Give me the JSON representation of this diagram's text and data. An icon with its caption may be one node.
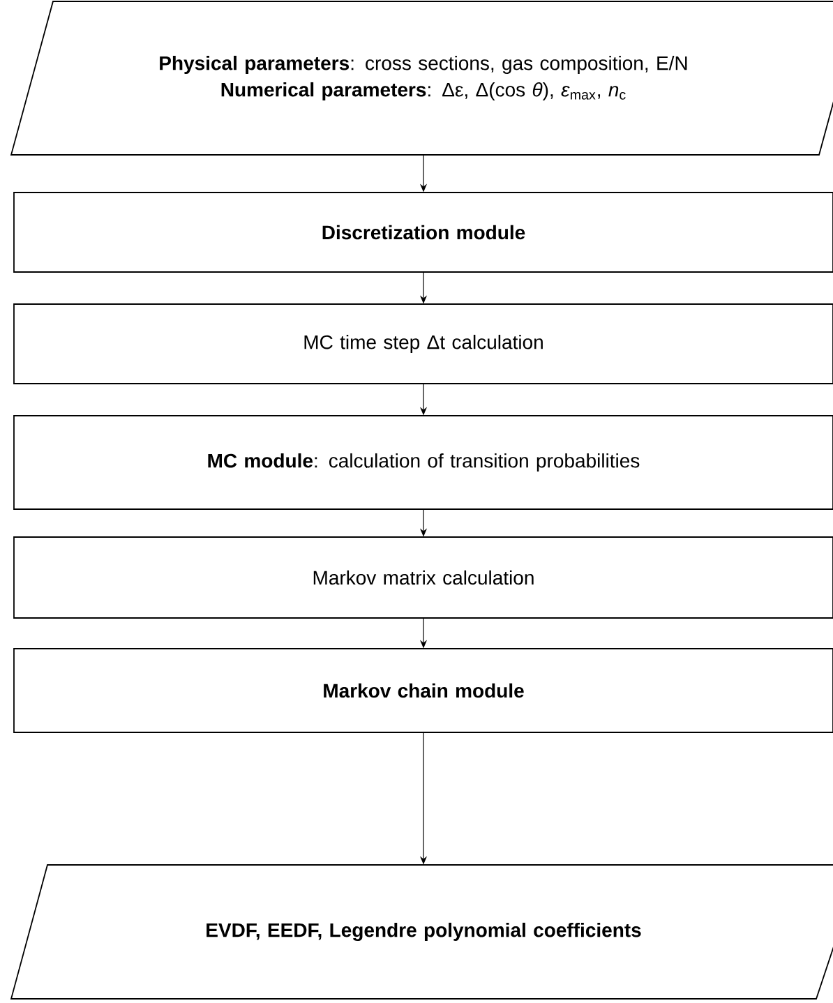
{
  "diagram": {
    "nodes": [
      {
        "text": [
          "**Physical parameters**: cross sections, gas composition, E/N",
          "**Numerical parameters**: Δε, Δ(cos *θ*), *ε*$_{max}$, *n*$_{c}$"
        ]
      },
      {
        "text": [
          "Discretization module"
        ]
      },
      {
        "text": [
          "MC time step Δt calculation"
        ]
      },
      {
        "text": [
          "**MC module**: calculation of transition probabilities"
        ]
      },
      {
        "text": [
          "Markov matrix calculation"
        ]
      },
      {
        "text": [
          "Markov chain module"
        ]
      },
      {
        "text": [
          "EVDF, EEDF, Legendre polynomial coefficients"
        ]
      }
    ],
    "edges": [
      {
        "from": 0,
        "to": 1,
        "arrow": "to"
      },
      {
        "from": 1,
        "to": 2,
        "arrow": "to"
      },
      {
        "from": 2,
        "to": 3,
        "arrow": "to"
      },
      {
        "from": 3,
        "to": 4,
        "arrow": "to"
      },
      {
        "from": 4,
        "to": 5,
        "arrow": "to"
      },
      {
        "from": 5,
        "to": 6,
        "arrow": "to"
      }
    ]
  }
}
